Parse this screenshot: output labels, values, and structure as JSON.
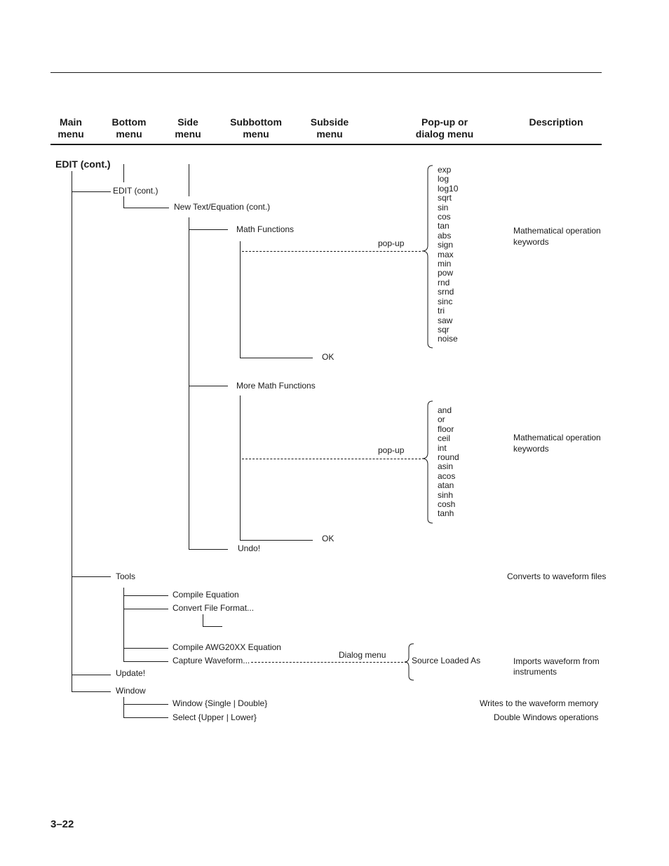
{
  "columns": {
    "main": "Main\nmenu",
    "bottom": "Bottom\nmenu",
    "side": "Side\nmenu",
    "subbottom": "Subbottom\nmenu",
    "subside": "Subside\nmenu",
    "popup": "Pop-up or\ndialog menu",
    "description": "Description"
  },
  "tree": {
    "edit_cont_main": "EDIT (cont.)",
    "edit_cont_bottom": "EDIT (cont.)",
    "new_text_equation": "New Text/Equation (cont.)",
    "math_functions": "Math Functions",
    "more_math_functions": "More Math Functions",
    "popup_label_1": "pop-up",
    "popup_label_2": "pop-up",
    "ok_1": "OK",
    "ok_2": "OK",
    "undo": "Undo!",
    "tools": "Tools",
    "compile_equation": "Compile Equation",
    "convert_file_format": "Convert File Format...",
    "compile_awg": "Compile AWG20XX Equation",
    "capture_waveform": "Capture Waveform...",
    "dialog_menu": "Dialog menu",
    "source_loaded_as": "Source Loaded As",
    "update": "Update!",
    "window": "Window",
    "window_single_double": "Window {Single | Double}",
    "select_upper_lower": "Select {Upper | Lower}"
  },
  "keywords_1": [
    "exp",
    "log",
    "log10",
    "sqrt",
    "sin",
    "cos",
    "tan",
    "abs",
    "sign",
    "max",
    "min",
    "pow",
    "rnd",
    "srnd",
    "sinc",
    "tri",
    "saw",
    "sqr",
    "noise"
  ],
  "keywords_2": [
    "and",
    "or",
    "floor",
    "ceil",
    "int",
    "round",
    "asin",
    "acos",
    "atan",
    "sinh",
    "cosh",
    "tanh"
  ],
  "descriptions": {
    "math_keywords_1": "Mathematical operation\nkeywords",
    "math_keywords_2": "Mathematical operation\nkeywords",
    "tools": "Converts to waveform files",
    "capture": "Imports waveform from\ninstruments",
    "window_single_double": "Writes to the waveform memory",
    "select_upper_lower": "Double Windows operations"
  },
  "page_number": "3–22"
}
